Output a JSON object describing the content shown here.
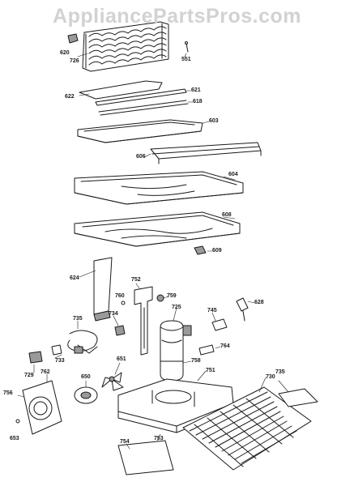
{
  "watermark": "AppliancePartsPros.com",
  "parts": {
    "p620": "620",
    "p726": "726",
    "p551": "551",
    "p621": "621",
    "p622": "622",
    "p618": "618",
    "p603": "603",
    "p606": "606",
    "p604": "604",
    "p608": "608",
    "p609": "609",
    "p624": "624",
    "p752": "752",
    "p760": "760",
    "p759": "759",
    "p725": "725",
    "p745": "745",
    "p628": "628",
    "p735a": "735",
    "p734": "734",
    "p764": "764",
    "p733": "733",
    "p651": "651",
    "p758": "758",
    "p751": "751",
    "p730": "730",
    "p735b": "735",
    "p729": "729",
    "p762": "762",
    "p650": "650",
    "p756": "756",
    "p653": "653",
    "p754": "754",
    "p753": "753"
  },
  "colors": {
    "line": "#1a1a1a",
    "fill": "#ffffff",
    "shade": "#9a9a9a",
    "watermark": "#d2d2d2"
  }
}
